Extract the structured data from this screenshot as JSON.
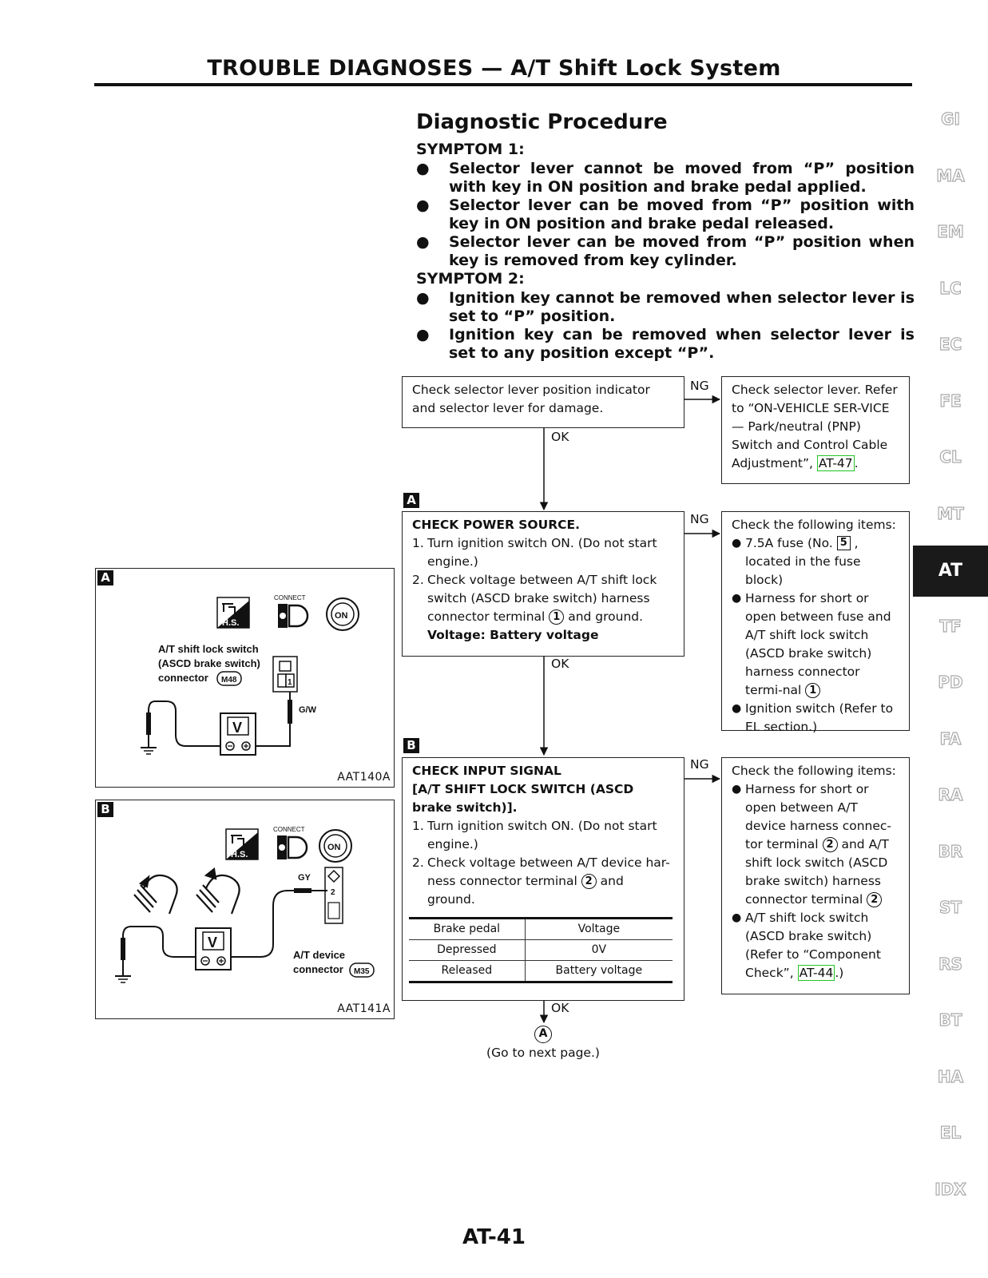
{
  "header": {
    "title": "TROUBLE DIAGNOSES — A/T Shift Lock System"
  },
  "procedure": {
    "title": "Diagnostic Procedure",
    "symptom1_heading": "SYMPTOM 1:",
    "symptom1_items": [
      "Selector lever cannot be moved from “P” position with key in ON position and brake pedal applied.",
      "Selector lever can be moved from “P” position with key in ON position and brake pedal released.",
      "Selector lever can be moved from “P” position when key is removed from key cylinder."
    ],
    "symptom2_heading": "SYMPTOM 2:",
    "symptom2_items": [
      "Ignition key cannot be removed when selector lever is set to “P” position.",
      "Ignition key can be removed when selector lever is set to any position except “P”."
    ],
    "bullet_glyph": "●"
  },
  "flow": {
    "step0": {
      "text": "Check selector lever position indicator and selector lever for damage."
    },
    "step0_ng": {
      "text_before_link": "Check selector lever. Refer to “ON-VEHICLE SER-VICE — Park/neutral (PNP) Switch and Control Cable Adjustment”,",
      "link": "AT-47",
      "text_after_link": "."
    },
    "ok_label": "OK",
    "ng_label": "NG",
    "stepA": {
      "letter": "A",
      "title": "CHECK POWER SOURCE.",
      "item1_num": "1.",
      "item1": "Turn ignition switch ON. (Do not start engine.)",
      "item2_num": "2.",
      "item2_before": "Check voltage between A/T shift lock switch (ASCD brake switch) harness connector terminal",
      "item2_terminal": "1",
      "item2_after": "and ground.",
      "voltage": "Voltage: Battery voltage"
    },
    "stepA_ng": {
      "heading": "Check the following items:",
      "b1_before": "7.5A fuse (No.",
      "b1_fuse": "5",
      "b1_after": ", located in the fuse block)",
      "b2_before": "Harness for short or open between fuse and A/T shift lock switch (ASCD brake switch) harness connector termi-nal",
      "b2_terminal": "1",
      "b3": "Ignition switch (Refer to EL section.)"
    },
    "stepB": {
      "letter": "B",
      "title": "CHECK INPUT SIGNAL",
      "subtitle": "[A/T SHIFT LOCK SWITCH (ASCD brake switch)].",
      "item1_num": "1.",
      "item1": "Turn ignition switch ON. (Do not start engine.)",
      "item2_num": "2.",
      "item2_before": "Check voltage between A/T device har-ness connector terminal",
      "item2_terminal": "2",
      "item2_after": "and ground.",
      "table_header": [
        "Brake pedal",
        "Voltage"
      ],
      "table_rows": [
        [
          "Depressed",
          "0V"
        ],
        [
          "Released",
          "Battery voltage"
        ]
      ]
    },
    "stepB_ng": {
      "heading": "Check the following items:",
      "b1_before": "Harness for short or open between A/T device harness connec-tor terminal",
      "b1_t1": "2",
      "b1_mid": "and A/T shift lock switch (ASCD brake switch) harness connector terminal",
      "b1_t2": "2",
      "b2_before": "A/T shift lock switch (ASCD brake switch) (Refer to “Component Check”,",
      "b2_link": "AT-44",
      "b2_after": ".)"
    },
    "end_marker": "A",
    "end_note": "(Go to next page.)"
  },
  "figures": {
    "figA": {
      "letter": "A",
      "hs_label": "H.S.",
      "connect_label": "CONNECT",
      "on_label": "ON",
      "switch_label_1": "A/T shift lock switch",
      "switch_label_2": "(ASCD brake switch)",
      "switch_label_3": "connector",
      "connector_code": "M48",
      "terminal": "1",
      "wire": "G/W",
      "meter": "V",
      "code": "AAT140A"
    },
    "figB": {
      "letter": "B",
      "hs_label": "H.S.",
      "connect_label": "CONNECT",
      "on_label": "ON",
      "device_label_1": "A/T device",
      "device_label_2": "connector",
      "connector_code": "M35",
      "terminal": "2",
      "wire": "GY",
      "meter": "V",
      "code": "AAT141A"
    }
  },
  "side_tabs": [
    "GI",
    "MA",
    "EM",
    "LC",
    "EC",
    "FE",
    "CL",
    "MT",
    "AT",
    "TF",
    "PD",
    "FA",
    "RA",
    "BR",
    "ST",
    "RS",
    "BT",
    "HA",
    "EL",
    "IDX"
  ],
  "active_tab": "AT",
  "footer": {
    "page_number": "AT-41"
  }
}
